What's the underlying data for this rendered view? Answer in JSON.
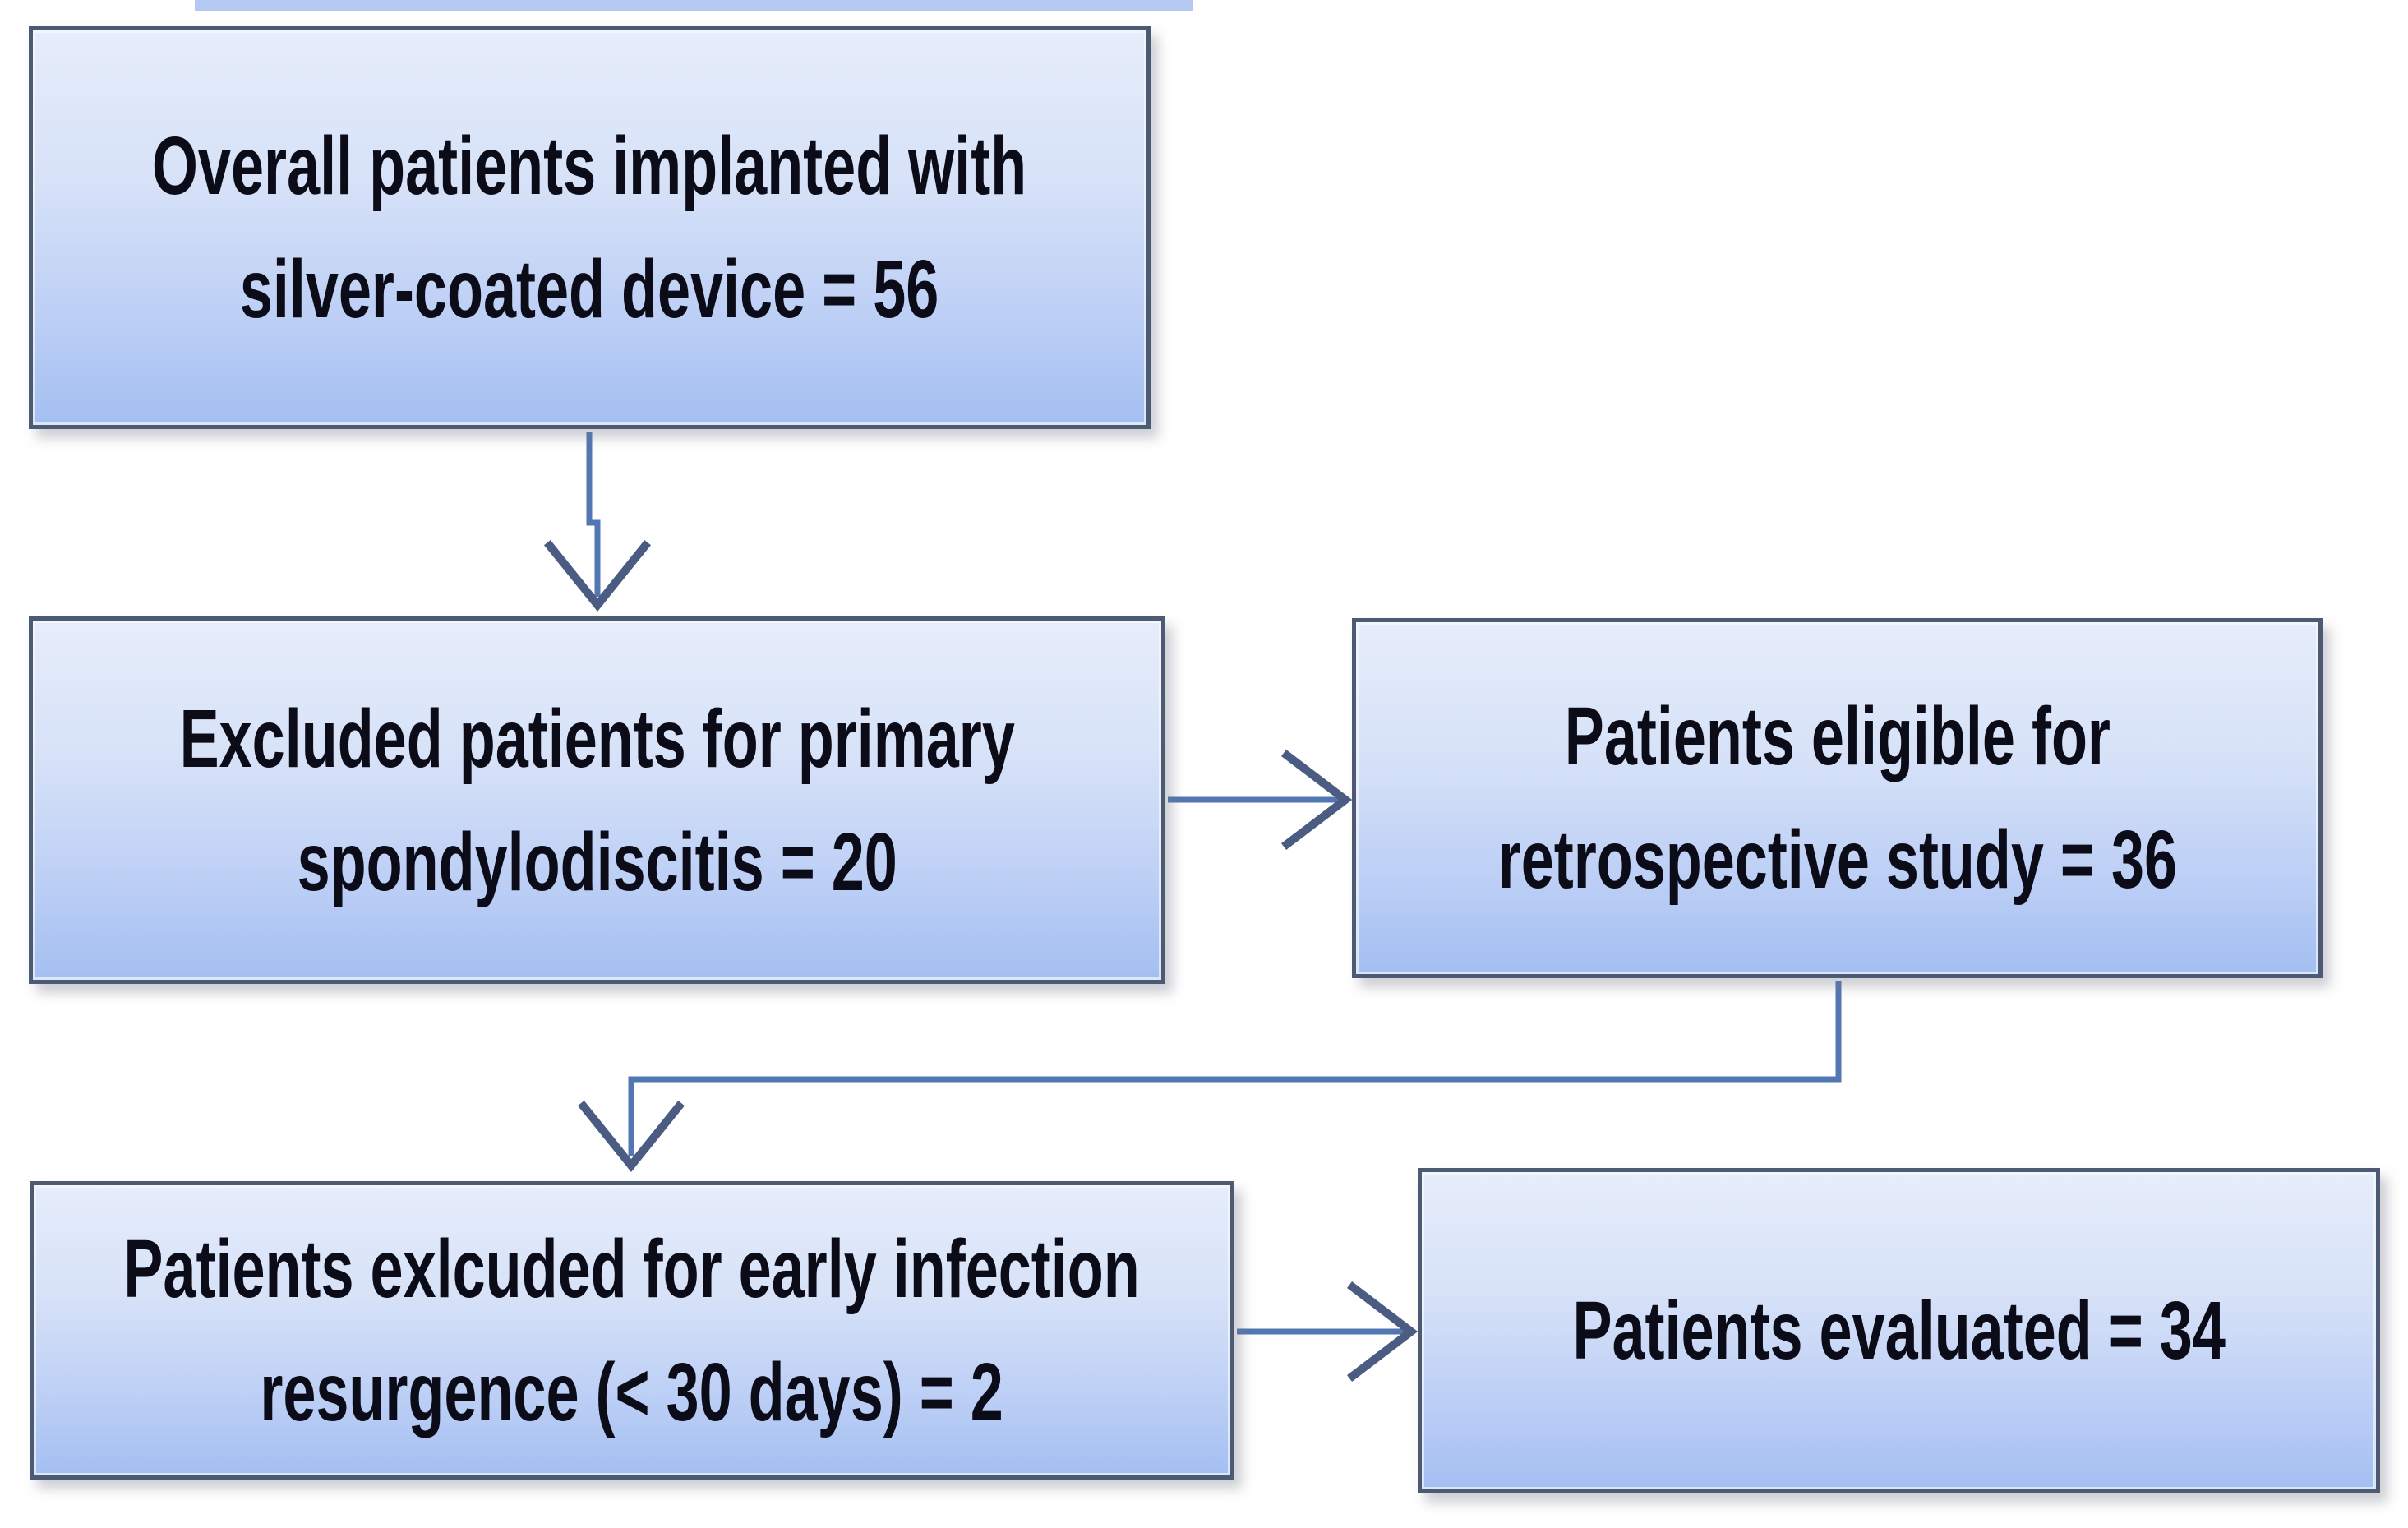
{
  "figure": {
    "type": "flowchart",
    "description": "Patient selection flow diagram for a retrospective study of silver-coated device implantation",
    "background": "#ffffff"
  },
  "colors": {
    "box_fill_top": "#e6edfb",
    "box_fill_bottom": "#a3bff1",
    "box_border": "#4c5a74",
    "arrow_shaft": "#5377b2",
    "arrow_head": "#4a5c82",
    "text": "#0b0c18"
  },
  "nodes": [
    {
      "id": "overall",
      "label": "Overall patients implanted with silver-coated device = 56",
      "lines": [
        "Overall patients implanted with",
        "silver-coated device = 56"
      ],
      "count": 56
    },
    {
      "id": "excluded-primary",
      "label": "Excluded patients for primary spondylodiscitis = 20",
      "lines": [
        "Excluded patients for primary",
        "spondylodiscitis = 20"
      ],
      "count": 20
    },
    {
      "id": "eligible",
      "label": "Patients eligible for retrospective study = 36",
      "lines": [
        "Patients eligible for",
        "retrospective study = 36"
      ],
      "count": 36
    },
    {
      "id": "excluded-early",
      "label": "Patients exlcuded for early infection resurgence (< 30 days) = 2",
      "lines": [
        "Patients exlcuded for early infection",
        "resurgence (< 30 days) = 2"
      ],
      "count": 2
    },
    {
      "id": "evaluated",
      "label": "Patients evaluated = 34",
      "lines": [
        "Patients evaluated = 34"
      ],
      "count": 34
    }
  ],
  "connectors": [
    {
      "from": "overall",
      "to": "excluded-primary",
      "direction": "down"
    },
    {
      "from": "excluded-primary",
      "to": "eligible",
      "direction": "right"
    },
    {
      "from": "eligible",
      "to": "excluded-early",
      "direction": "down-left-elbow"
    },
    {
      "from": "excluded-early",
      "to": "evaluated",
      "direction": "right"
    }
  ]
}
